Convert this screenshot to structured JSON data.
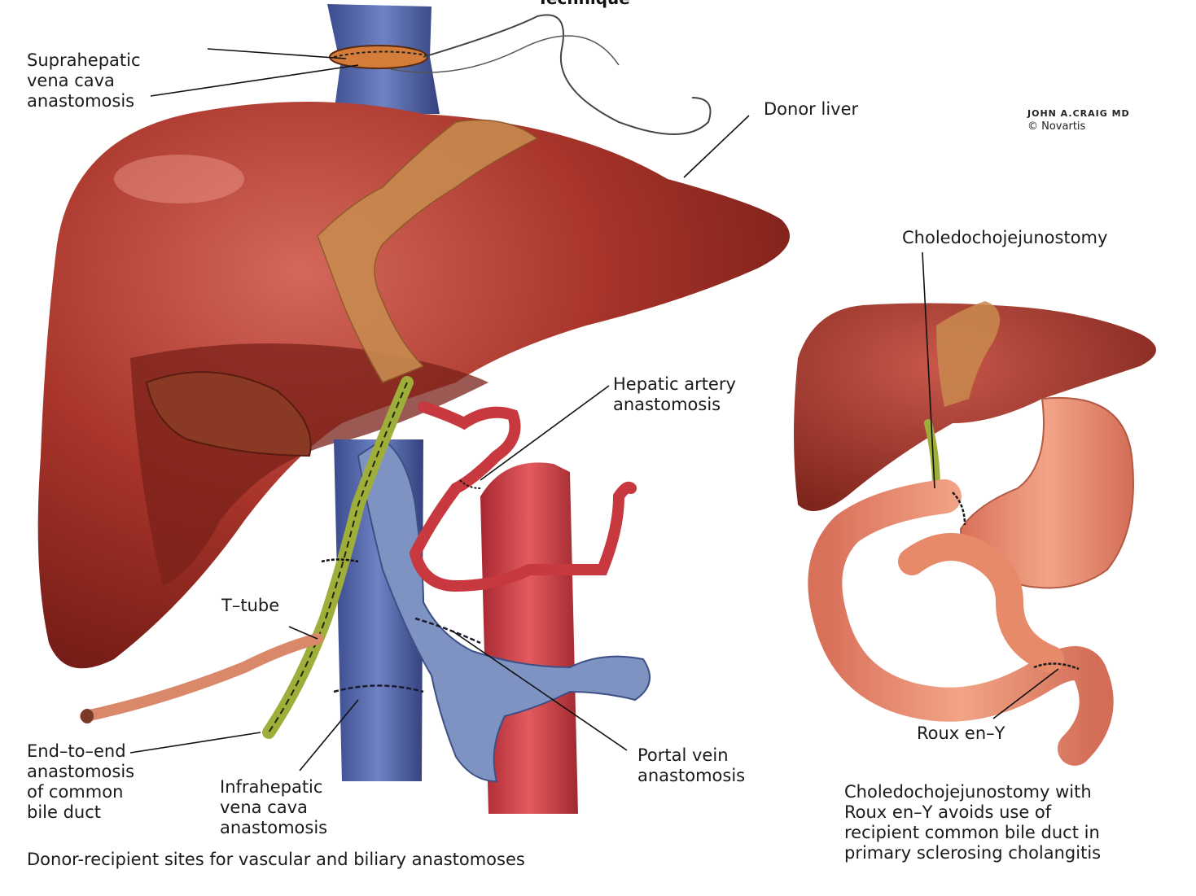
{
  "header": {
    "title": "Technique"
  },
  "signature": {
    "artist": "JOHN A.CRAIG MD",
    "copyright": "© Novartis"
  },
  "labels": {
    "suprahepatic": "Suprahepatic\nvena cava\nanastomosis",
    "donor_liver": "Donor liver",
    "hepatic_artery": "Hepatic artery\nanastomosis",
    "t_tube": "T–tube",
    "end_to_end": "End–to–end\nanastomosis\nof common\nbile duct",
    "infrahepatic": "Infrahepatic\nvena cava\nanastomosis",
    "portal_vein": "Portal vein\nanastomosis",
    "choledochojejunostomy": "Choledochojejunostomy",
    "roux": "Roux en–Y"
  },
  "captions": {
    "left": "Donor-recipient sites for vascular and biliary anastomoses",
    "right": "Choledochojejunostomy with\nRoux en–Y avoids use of\nrecipient common bile duct in\nprimary sclerosing cholangitis"
  },
  "colors": {
    "liver": "#a8342a",
    "liver_dark": "#6e1a14",
    "liver_light": "#c8574a",
    "ligament": "#c98a4f",
    "vena_cava": "#5366a8",
    "portal_vein": "#7f93c2",
    "artery": "#c7383f",
    "bile_duct": "#9fae3a",
    "intestine": "#e68a6a",
    "tube": "#d9886a"
  }
}
